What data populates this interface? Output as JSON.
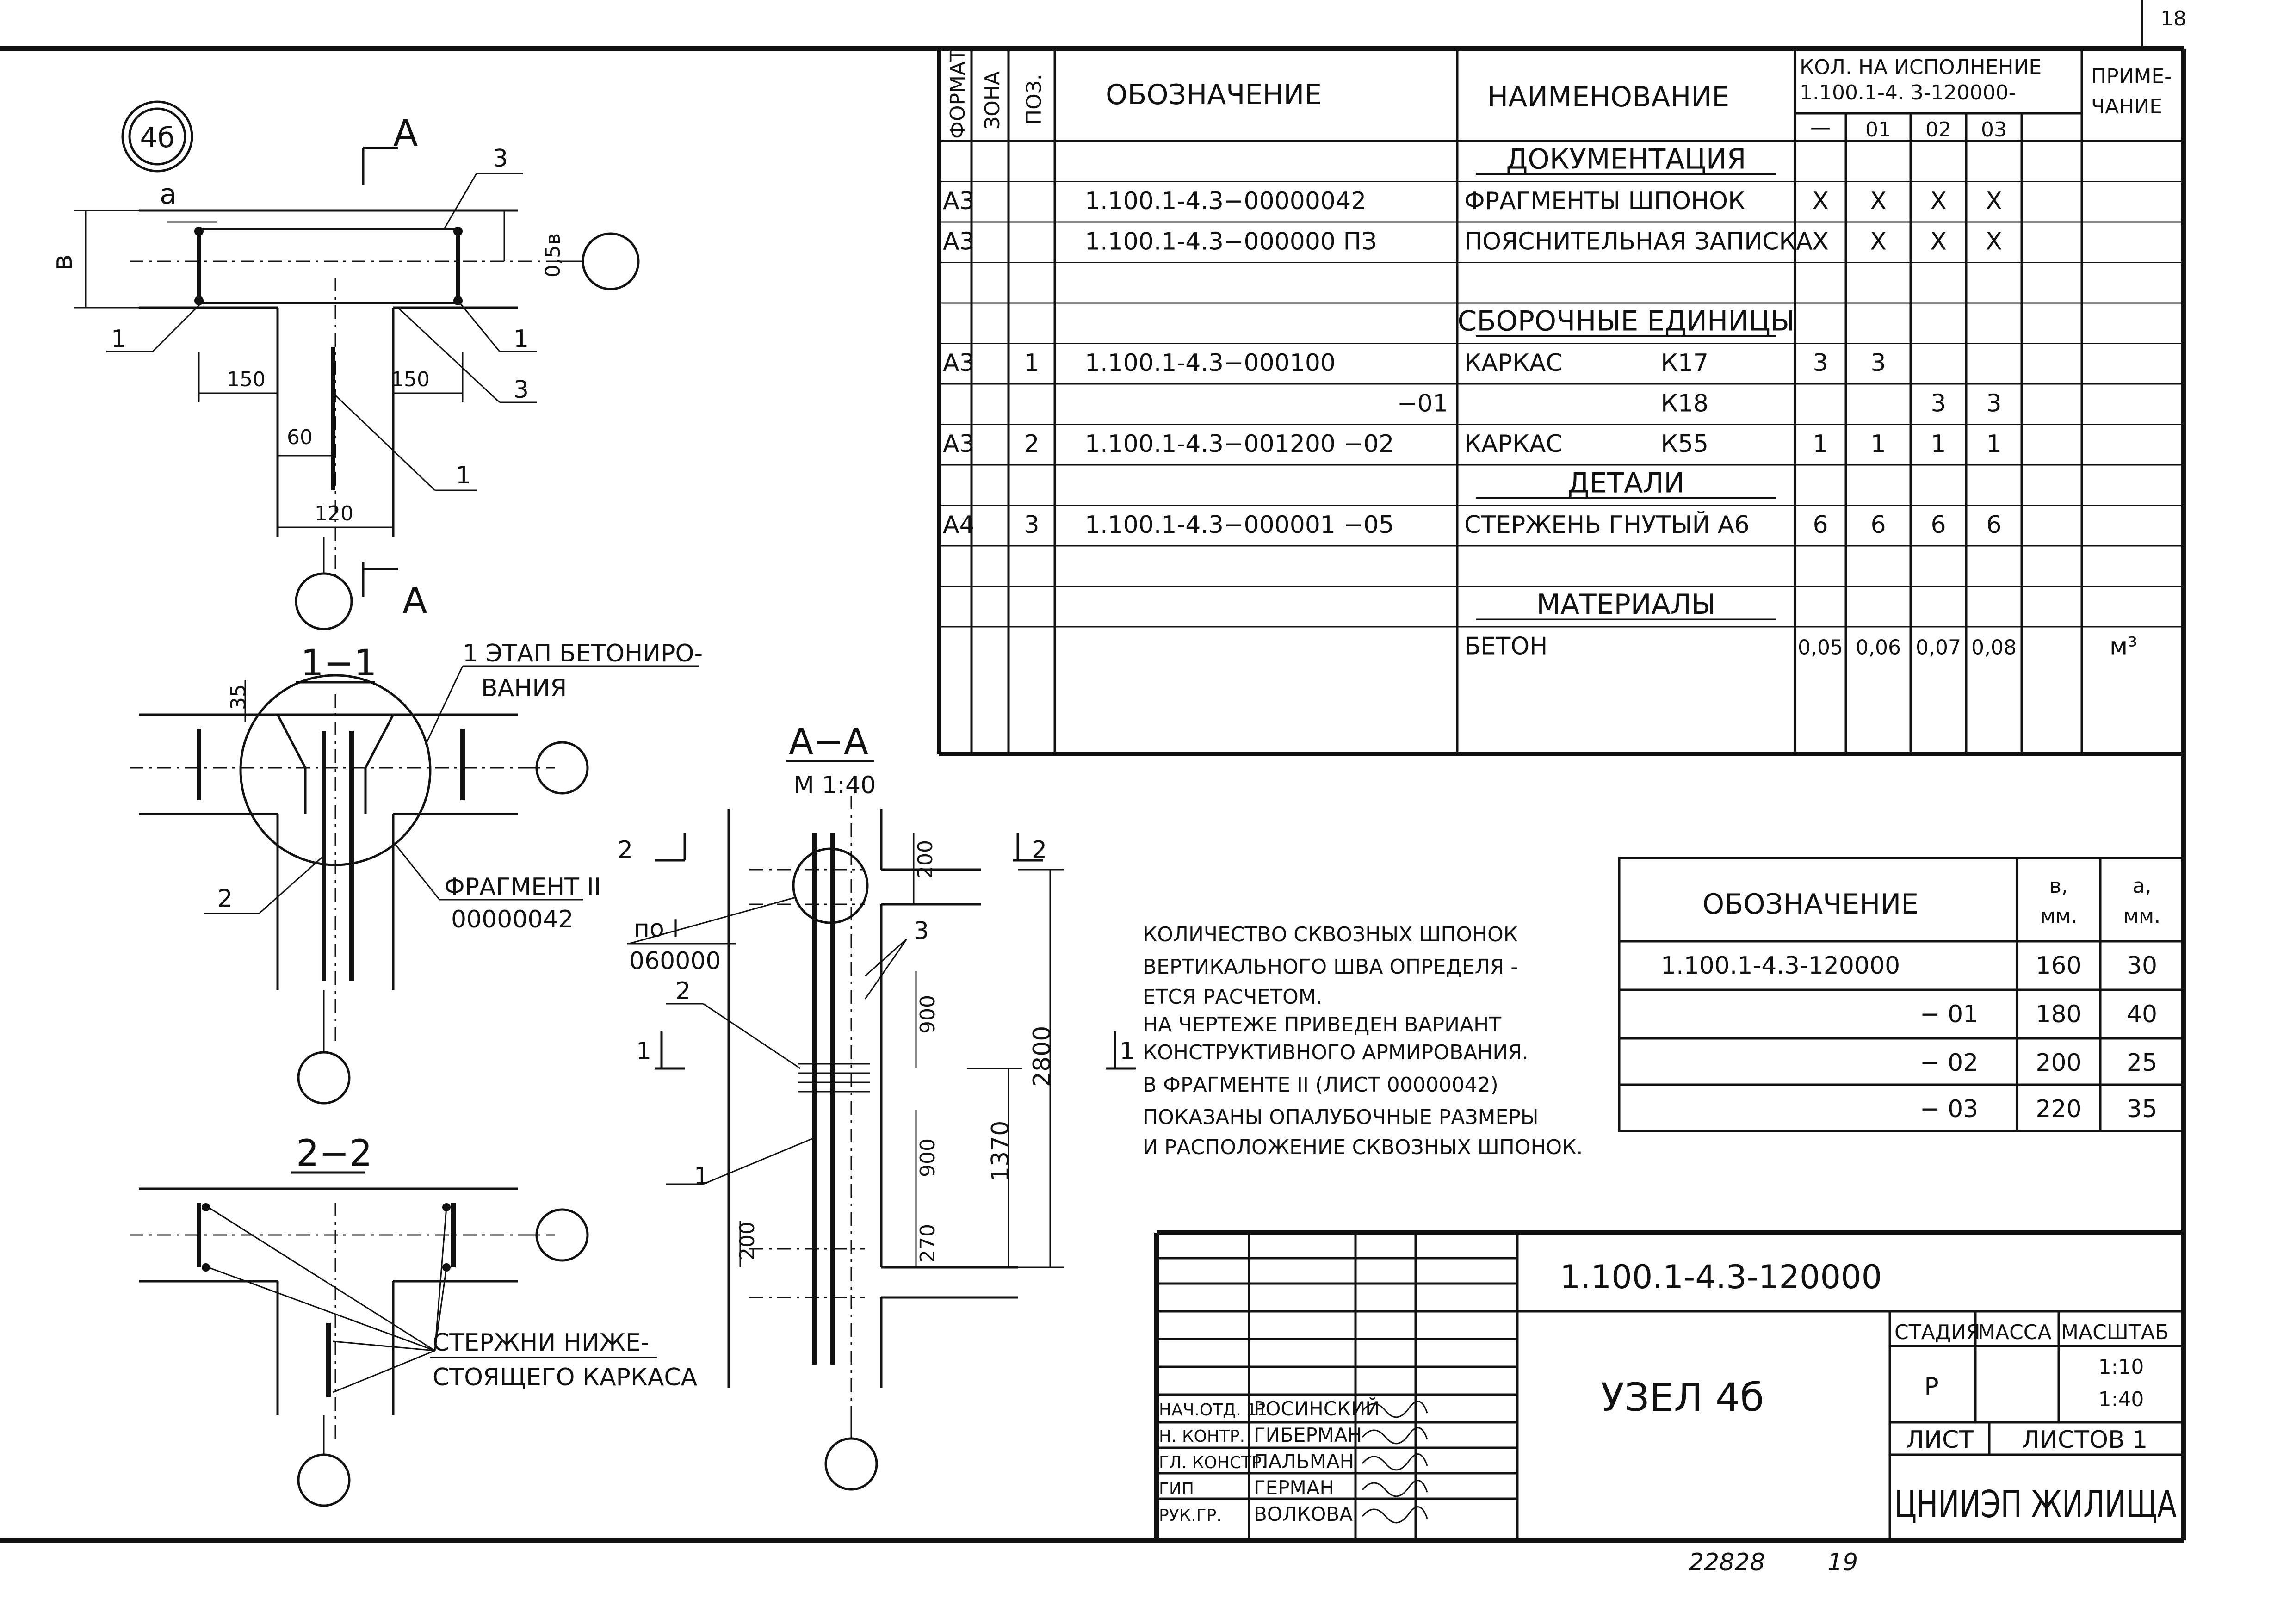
{
  "page": {
    "sheet_number_top": "18",
    "bottom_number_1": "22828",
    "bottom_number_2": "19"
  },
  "drawing": {
    "node_mark": "4б",
    "section_mark": "A",
    "dim_b": "в",
    "dim_a": "а",
    "dim_05b": "0,5в",
    "dims_plan": [
      "150",
      "150",
      "60",
      "120"
    ],
    "callouts_plan": [
      "3",
      "1",
      "1",
      "3",
      "1"
    ],
    "section_1_1": "1−1",
    "dim_35": "35",
    "stage_note": "1 ЭТАП БЕТОНИРО-ВАНИЯ",
    "fragment_label": "ФРАГМЕНТ II",
    "fragment_sheet": "00000042",
    "callout_2": "2",
    "section_2_2": "2−2",
    "lower_bars_note_1": "СТЕРЖНИ НИЖЕ-",
    "lower_bars_note_2": "СТОЯЩЕГО КАРКАСА",
    "section_AA": "А−А",
    "scale_AA": "М 1:40",
    "cut_2_left": "2",
    "cut_2_right": "2",
    "cut_1_left": "1",
    "cut_1_right": "1",
    "ref_po": "по I",
    "ref_sheet": "060000",
    "aa_callouts": [
      "3",
      "2",
      "1"
    ],
    "aa_dims": [
      "200",
      "900",
      "900",
      "270",
      "200",
      "2800",
      "1370"
    ]
  },
  "spec_table": {
    "headers": {
      "format": "ФОРМАТ",
      "zone": "ЗОНА",
      "pos": "ПОЗ.",
      "designation": "ОБОЗНАЧЕНИЕ",
      "name": "НАИМЕНОВАНИЕ",
      "qty_title_1": "КОЛ. НА ИСПОЛНЕНИЕ",
      "qty_title_2": "1.100.1-4. 3-120000-",
      "qty_cols": [
        "—",
        "01",
        "02",
        "03"
      ],
      "note_1": "ПРИМЕ-",
      "note_2": "ЧАНИЕ"
    },
    "rows": [
      {
        "format": "",
        "pos": "",
        "designation": "",
        "name": "ДОКУМЕНТАЦИЯ",
        "section": true,
        "q": [
          "",
          "",
          "",
          ""
        ],
        "note": ""
      },
      {
        "format": "А3",
        "pos": "",
        "designation": "1.100.1-4.3−00000042",
        "name": "ФРАГМЕНТЫ ШПОНОК",
        "q": [
          "X",
          "X",
          "X",
          "X"
        ],
        "note": ""
      },
      {
        "format": "А3",
        "pos": "",
        "designation": "1.100.1-4.3−000000 ПЗ",
        "name": "ПОЯСНИТЕЛЬНАЯ ЗАПИСКА",
        "q": [
          "X",
          "X",
          "X",
          "X"
        ],
        "note": ""
      },
      {
        "format": "",
        "pos": "",
        "designation": "",
        "name": "",
        "q": [
          "",
          "",
          "",
          ""
        ],
        "note": ""
      },
      {
        "format": "",
        "pos": "",
        "designation": "",
        "name": "СБОРОЧНЫЕ ЕДИНИЦЫ",
        "section": true,
        "q": [
          "",
          "",
          "",
          ""
        ],
        "note": ""
      },
      {
        "format": "А3",
        "pos": "1",
        "designation": "1.100.1-4.3−000100",
        "name": "КАРКАС",
        "mark": "К17",
        "q": [
          "3",
          "3",
          "",
          ""
        ],
        "note": ""
      },
      {
        "format": "",
        "pos": "",
        "designation": "−01",
        "name": "",
        "mark": "К18",
        "q": [
          "",
          "",
          "3",
          "3"
        ],
        "note": ""
      },
      {
        "format": "А3",
        "pos": "2",
        "designation": "1.100.1-4.3−001200 −02",
        "name": "КАРКАС",
        "mark": "К55",
        "q": [
          "1",
          "1",
          "1",
          "1"
        ],
        "note": ""
      },
      {
        "format": "",
        "pos": "",
        "designation": "",
        "name": "ДЕТАЛИ",
        "section": true,
        "q": [
          "",
          "",
          "",
          ""
        ],
        "note": ""
      },
      {
        "format": "А4",
        "pos": "3",
        "designation": "1.100.1-4.3−000001 −05",
        "name": "СТЕРЖЕНЬ ГНУТЫЙ А6",
        "q": [
          "6",
          "6",
          "6",
          "6"
        ],
        "note": ""
      },
      {
        "format": "",
        "pos": "",
        "designation": "",
        "name": "",
        "q": [
          "",
          "",
          "",
          ""
        ],
        "note": ""
      },
      {
        "format": "",
        "pos": "",
        "designation": "",
        "name": "МАТЕРИАЛЫ",
        "section": true,
        "q": [
          "",
          "",
          "",
          ""
        ],
        "note": ""
      },
      {
        "format": "",
        "pos": "",
        "designation": "",
        "name": "БЕТОН",
        "q": [
          "0,05",
          "0,06",
          "0,07",
          "0,08"
        ],
        "note": "м³"
      }
    ]
  },
  "dims_table": {
    "headers": [
      "ОБОЗНАЧЕНИЕ",
      "в, мм.",
      "а, мм."
    ],
    "rows": [
      {
        "designation": "1.100.1-4.3-120000",
        "b": "160",
        "a": "30"
      },
      {
        "designation": "− 01",
        "b": "180",
        "a": "40"
      },
      {
        "designation": "− 02",
        "b": "200",
        "a": "25"
      },
      {
        "designation": "− 03",
        "b": "220",
        "a": "35"
      }
    ]
  },
  "notes": [
    "КОЛИЧЕСТВО СКВОЗНЫХ ШПОНОК",
    "ВЕРТИКАЛЬНОГО ШВА ОПРЕДЕЛЯ -",
    "ЕТСЯ РАСЧЕТОМ.",
    "НА ЧЕРТЕЖЕ ПРИВЕДЕН ВАРИАНТ",
    "КОНСТРУКТИВНОГО АРМИРОВАНИЯ.",
    "В ФРАГМЕНТЕ II (ЛИСТ 00000042)",
    "ПОКАЗАНЫ ОПАЛУБОЧНЫЕ РАЗМЕРЫ",
    "И РАСПОЛОЖЕНИЕ СКВОЗНЫХ ШПОНОК."
  ],
  "title_block": {
    "code": "1.100.1-4.3-120000",
    "title": "УЗЕЛ 4б",
    "stage_label": "СТАДИЯ",
    "mass_label": "МАССА",
    "scale_label": "МАСШТАБ",
    "stage": "Р",
    "scale_1": "1:10",
    "scale_2": "1:40",
    "sheet_label": "ЛИСТ",
    "sheets_label": "ЛИСТОВ 1",
    "org": "ЦНИИЭП ЖИЛИЩА",
    "people": [
      {
        "role": "НАЧ.ОТД. 11",
        "name": "РОСИНСКИЙ"
      },
      {
        "role": "Н. КОНТР.",
        "name": "ГИБЕРМАН"
      },
      {
        "role": "ГЛ. КОНСТР.",
        "name": "ПАЛЬМАН"
      },
      {
        "role": "ГИП",
        "name": "ГЕРМАН"
      },
      {
        "role": "РУК.ГР.",
        "name": "ВОЛКОВА"
      }
    ]
  }
}
